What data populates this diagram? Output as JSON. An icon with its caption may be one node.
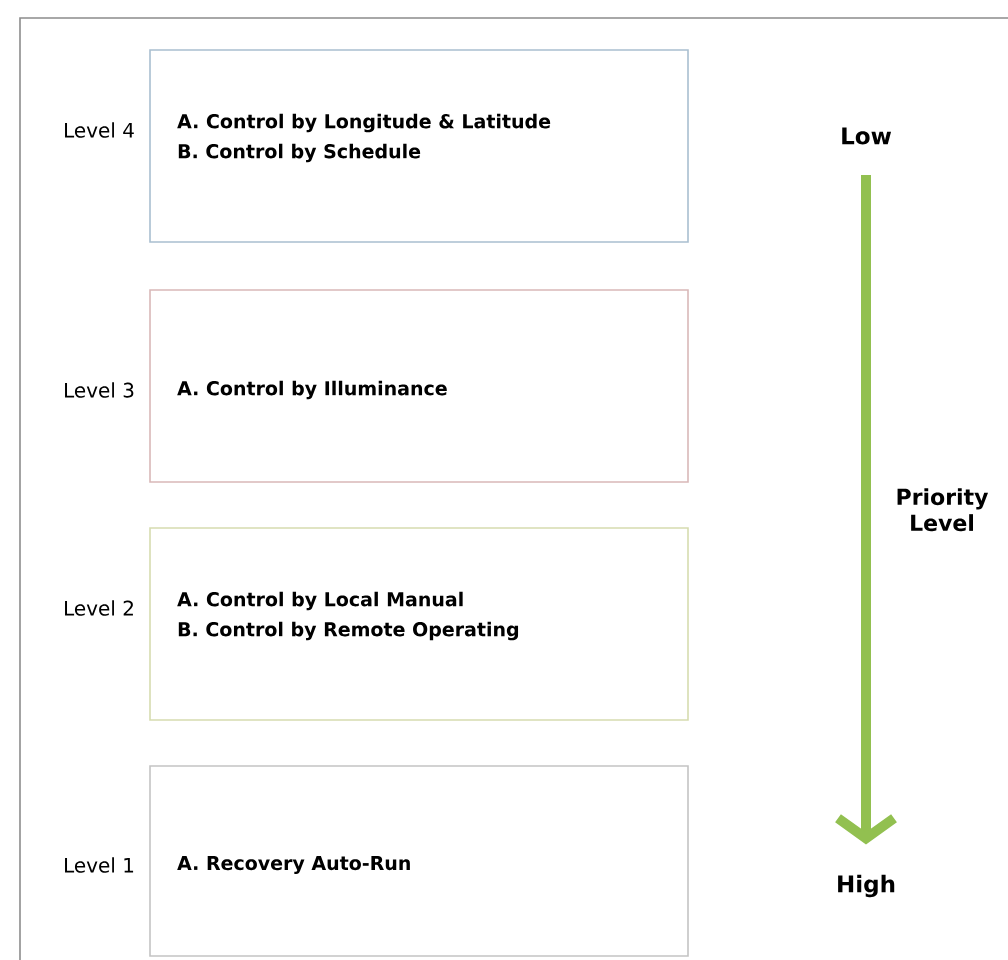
{
  "diagram": {
    "nodes": [
      {
        "text": [
          "A.  Control by Longitude & Latitude",
          "B.  Control by Schedule"
        ],
        "beside": [
          "Level 4"
        ]
      },
      {
        "text": [
          "A. Control by Illuminance"
        ],
        "beside": [
          "Level 3"
        ]
      },
      {
        "text": [
          "A. Control by Local Manual",
          "B. Control by Remote Operating"
        ],
        "beside": [
          "Level 2"
        ]
      },
      {
        "text": [
          "A. Recovery Auto-Run"
        ],
        "beside": [
          "Level 1"
        ]
      },
      {
        "text": [
          "Low"
        ]
      },
      {
        "text": [
          "High"
        ]
      }
    ],
    "edges": [
      {
        "from": 4,
        "to": 5,
        "arrow": "to",
        "label": "Priority Level"
      }
    ]
  }
}
